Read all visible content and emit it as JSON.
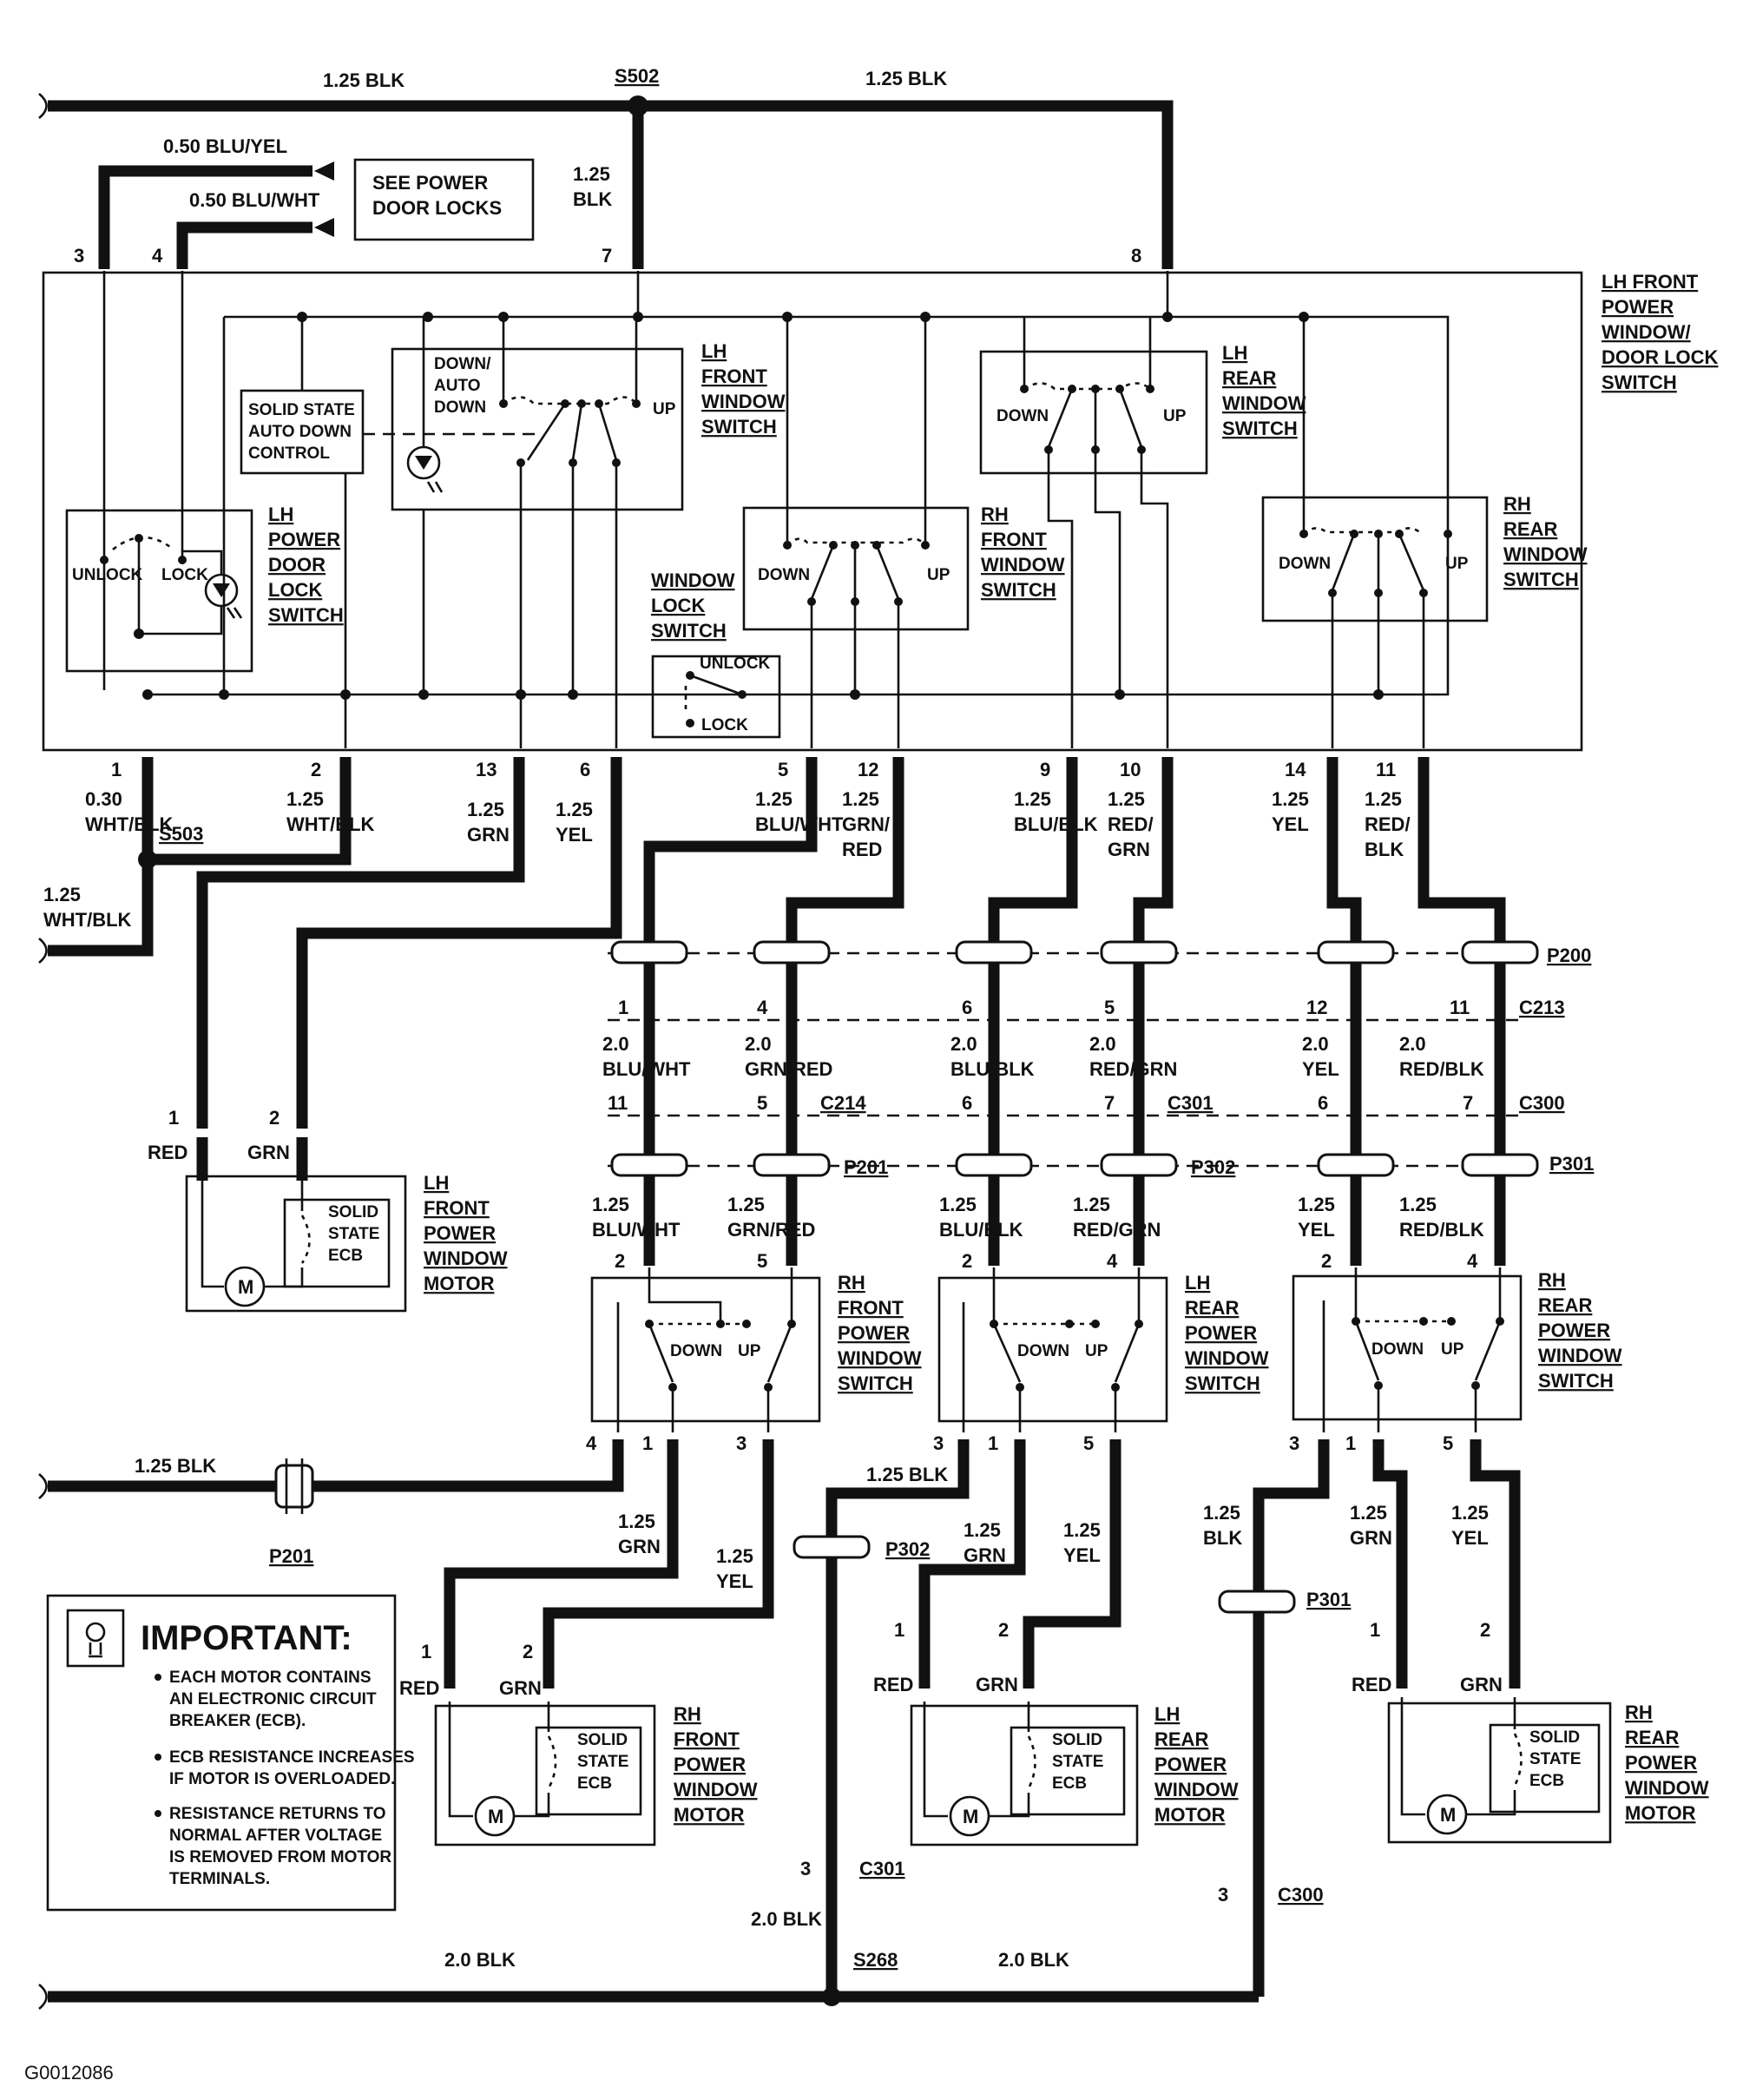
{
  "figure_id": "G0012086",
  "splices": {
    "s502": "S502",
    "s503": "S503",
    "s268": "S268"
  },
  "top_bus": {
    "left_wire": "1.25 BLK",
    "right_wire": "1.25 BLK",
    "drop_wire": "1.25\nBLK"
  },
  "door_lock_feeds": {
    "wire_a": "0.50 BLU/YEL",
    "wire_b": "0.50 BLU/WHT",
    "note": "SEE POWER\nDOOR LOCKS"
  },
  "top_pins": [
    "3",
    "4",
    "7",
    "8"
  ],
  "main_switch": {
    "title": "LH FRONT\nPOWER\nWINDOW/\nDOOR LOCK\nSWITCH",
    "auto_down_control": "SOLID STATE\nAUTO DOWN\nCONTROL",
    "door_lock": {
      "title": "LH\nPOWER\nDOOR\nLOCK\nSWITCH",
      "unlock": "UNLOCK",
      "lock": "LOCK"
    },
    "lh_front": {
      "title": "LH\nFRONT\nWINDOW\nSWITCH",
      "down": "DOWN/\nAUTO\nDOWN",
      "up": "UP"
    },
    "lh_rear": {
      "title": "LH\nREAR\nWINDOW\nSWITCH",
      "down": "DOWN",
      "up": "UP"
    },
    "rh_front": {
      "title": "RH\nFRONT\nWINDOW\nSWITCH",
      "down": "DOWN",
      "up": "UP"
    },
    "rh_rear": {
      "title": "RH\nREAR\nWINDOW\nSWITCH",
      "down": "DOWN",
      "up": "UP"
    },
    "window_lock": {
      "title": "WINDOW\nLOCK\nSWITCH",
      "unlock": "UNLOCK",
      "lock": "LOCK"
    }
  },
  "bottom_pins": [
    {
      "pin": "1",
      "wire": "0.30\nWHT/BLK"
    },
    {
      "pin": "2",
      "wire": "1.25\nWHT/BLK"
    },
    {
      "pin": "13",
      "wire": "1.25\nGRN"
    },
    {
      "pin": "6",
      "wire": "1.25\nYEL"
    },
    {
      "pin": "5",
      "wire": "1.25\nBLU/WHT"
    },
    {
      "pin": "12",
      "wire": "1.25\nGRN/\nRED"
    },
    {
      "pin": "9",
      "wire": "1.25\nBLU/BLK"
    },
    {
      "pin": "10",
      "wire": "1.25\nRED/\nGRN"
    },
    {
      "pin": "14",
      "wire": "1.25\nYEL"
    },
    {
      "pin": "11",
      "wire": "1.25\nRED/\nBLK"
    }
  ],
  "s503_out": "1.25\nWHT/BLK",
  "connectors": {
    "p200": "P200",
    "c213": "C213",
    "c214": "C214",
    "c301": "C301",
    "c300": "C300",
    "p201": "P201",
    "p302": "P302",
    "p301": "P301"
  },
  "p200_pins": [
    "1",
    "4",
    "6",
    "5",
    "12",
    "11"
  ],
  "mid_wires": [
    "2.0\nBLU/WHT",
    "2.0\nGRN/RED",
    "2.0\nBLU/BLK",
    "2.0\nRED/GRN",
    "2.0\nYEL",
    "2.0\nRED/BLK"
  ],
  "c_pins": [
    "11",
    "5",
    "6",
    "7",
    "6",
    "7"
  ],
  "low_wires": [
    "1.25\nBLU/WHT",
    "1.25\nGRN/RED",
    "1.25\nBLU/BLK",
    "1.25\nRED/GRN",
    "1.25\nYEL",
    "1.25\nRED/BLK"
  ],
  "door_switch_top_pins": [
    "2",
    "5",
    "2",
    "4",
    "2",
    "4"
  ],
  "door_switches": [
    {
      "title": "RH\nFRONT\nPOWER\nWINDOW\nSWITCH",
      "down": "DOWN",
      "up": "UP",
      "pins": [
        "4",
        "1",
        "3"
      ]
    },
    {
      "title": "LH\nREAR\nPOWER\nWINDOW\nSWITCH",
      "down": "DOWN",
      "up": "UP",
      "pins": [
        "3",
        "1",
        "5"
      ]
    },
    {
      "title": "RH\nREAR\nPOWER\nWINDOW\nSWITCH",
      "down": "DOWN",
      "up": "UP",
      "pins": [
        "3",
        "1",
        "5"
      ]
    }
  ],
  "lh_front_motor": {
    "title": "LH\nFRONT\nPOWER\nWINDOW\nMOTOR",
    "pin1": "1",
    "pin1_wire": "RED",
    "pin2": "2",
    "pin2_wire": "GRN",
    "ecb": "SOLID\nSTATE\nECB",
    "m": "M"
  },
  "motors": [
    {
      "title": "RH\nFRONT\nPOWER\nWINDOW\nMOTOR",
      "pin1": "1",
      "pin1_wire": "RED",
      "pin2": "2",
      "pin2_wire": "GRN",
      "ecb": "SOLID\nSTATE\nECB",
      "m": "M"
    },
    {
      "title": "LH\nREAR\nPOWER\nWINDOW\nMOTOR",
      "pin1": "1",
      "pin1_wire": "RED",
      "pin2": "2",
      "pin2_wire": "GRN",
      "ecb": "SOLID\nSTATE\nECB",
      "m": "M"
    },
    {
      "title": "RH\nREAR\nPOWER\nWINDOW\nMOTOR",
      "pin1": "1",
      "pin1_wire": "RED",
      "pin2": "2",
      "pin2_wire": "GRN",
      "ecb": "SOLID\nSTATE\nECB",
      "m": "M"
    }
  ],
  "switch_out_wires": {
    "rhf_ground": "1.25 BLK",
    "rhf_grn": "1.25\nGRN",
    "rhf_yel": "1.25\nYEL",
    "lhr_blk": "1.25 BLK",
    "lhr_grn": "1.25\nGRN",
    "lhr_yel": "1.25\nYEL",
    "rhr_blk": "1.25\nBLK",
    "rhr_grn": "1.25\nGRN",
    "rhr_yel": "1.25\nYEL"
  },
  "ground": {
    "c301_pin": "3",
    "c300_pin": "3",
    "wire_up": "2.0 BLK",
    "bus_left": "2.0 BLK",
    "bus_right": "2.0 BLK"
  },
  "important": {
    "title": "IMPORTANT:",
    "icon": "light-bulb-icon",
    "bullets": [
      "EACH MOTOR CONTAINS\nAN ELECTRONIC CIRCUIT\nBREAKER (ECB).",
      "ECB RESISTANCE INCREASES\nIF MOTOR IS OVERLOADED.",
      "RESISTANCE RETURNS TO\nNORMAL AFTER VOLTAGE\nIS REMOVED FROM MOTOR\nTERMINALS."
    ]
  }
}
